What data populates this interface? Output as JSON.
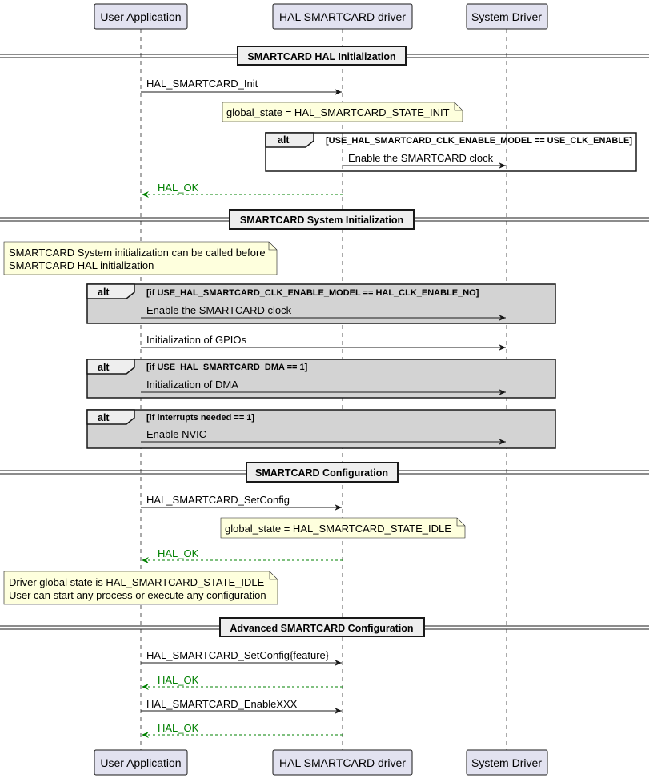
{
  "participants": {
    "user_app": "User Application",
    "hal_driver": "HAL SMARTCARD driver",
    "system_driver": "System Driver"
  },
  "dividers": {
    "hal_init": "SMARTCARD HAL Initialization",
    "sys_init": "SMARTCARD System Initialization",
    "config": "SMARTCARD Configuration",
    "adv_config": "Advanced SMARTCARD Configuration"
  },
  "messages": {
    "init": "HAL_SMARTCARD_Init",
    "enable_clk_1": "Enable the SMARTCARD clock",
    "ok_1": "HAL_OK",
    "enable_clk_2": "Enable the SMARTCARD clock",
    "init_gpio": "Initialization of GPIOs",
    "init_dma": "Initialization of DMA",
    "enable_nvic": "Enable NVIC",
    "set_config": "HAL_SMARTCARD_SetConfig",
    "ok_2": "HAL_OK",
    "set_config_feature": "HAL_SMARTCARD_SetConfig{feature}",
    "ok_3": "HAL_OK",
    "enable_xxx": "HAL_SMARTCARD_EnableXXX",
    "ok_4": "HAL_OK"
  },
  "notes": {
    "state_init": "global_state = HAL_SMARTCARD_STATE_INIT",
    "sys_init_line1": "SMARTCARD System initialization can be called before",
    "sys_init_line2": "SMARTCARD HAL initialization",
    "state_idle": "global_state = HAL_SMARTCARD_STATE_IDLE",
    "idle_line1": "Driver global state is HAL_SMARTCARD_STATE_IDLE",
    "idle_line2": "User can start any process or execute any configuration"
  },
  "alts": {
    "label": "alt",
    "cond_clk_model": "[USE_HAL_SMARTCARD_CLK_ENABLE_MODEL == USE_CLK_ENABLE]",
    "cond_clk_no": "[if USE_HAL_SMARTCARD_CLK_ENABLE_MODEL == HAL_CLK_ENABLE_NO]",
    "cond_dma": "[if USE_HAL_SMARTCARD_DMA == 1]",
    "cond_irq": "[if interrupts needed == 1]"
  },
  "colors": {
    "participant_fill": "#E2E2F0",
    "participant_border": "#181818",
    "note_fill": "#FEFFDD",
    "alt_shaded_fill": "#D3D3D3",
    "divider_fill": "#EEEEEE",
    "return_color": "#008000"
  }
}
